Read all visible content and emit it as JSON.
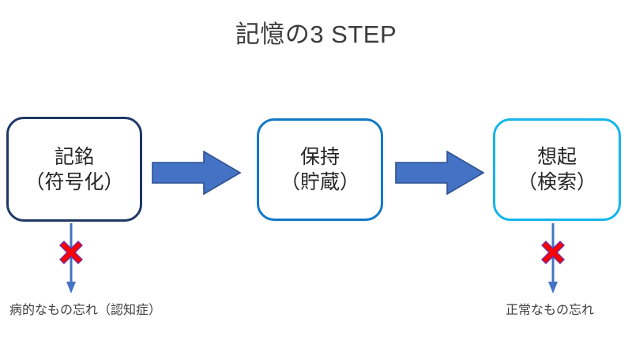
{
  "title": "記憶の3 STEP",
  "colors": {
    "stage1_border": "#1f3864",
    "stage2_border": "#1178c6",
    "stage3_border": "#13b5ea",
    "flow_arrow_fill": "#4472c4",
    "flow_arrow_stroke": "#2f528f",
    "down_arrow": "#4472c4",
    "x_mark_fill": "#ff0000",
    "x_mark_stroke": "#7030a0",
    "title_text": "#3b3b3b",
    "body_text": "#262626",
    "background": "#ffffff"
  },
  "stages": [
    {
      "id": "encoding",
      "line1": "記銘",
      "line2": "（符号化）"
    },
    {
      "id": "storage",
      "line1": "保持",
      "line2": "（貯蔵）"
    },
    {
      "id": "retrieval",
      "line1": "想起",
      "line2": "（検索）"
    }
  ],
  "flow_arrows": [
    {
      "id": "arrow-encoding-to-storage",
      "icon": "right-block-arrow-icon"
    },
    {
      "id": "arrow-storage-to-retrieval",
      "icon": "right-block-arrow-icon"
    }
  ],
  "failure_paths": [
    {
      "id": "encoding-failure",
      "arrow_icon": "down-arrow-icon",
      "block_icon": "red-x-icon",
      "label": "病的なもの忘れ（認知症）"
    },
    {
      "id": "retrieval-failure",
      "arrow_icon": "down-arrow-icon",
      "block_icon": "red-x-icon",
      "label": "正常なもの忘れ"
    }
  ]
}
